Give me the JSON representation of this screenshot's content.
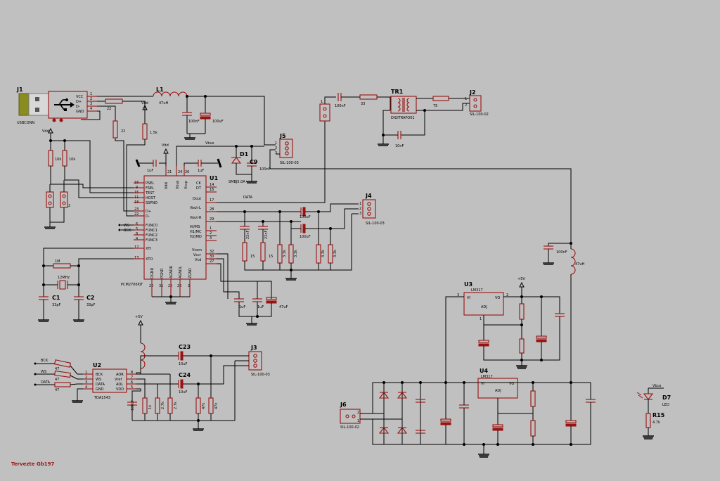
{
  "credit": "Tervezte Gb197",
  "refs": {
    "J1": "J1",
    "L1": "L1",
    "TR1": "TR1",
    "J2": "J2",
    "J5": "J5",
    "D1": "D1",
    "C9": "C9",
    "U1": "U1",
    "J4": "J4",
    "C1": "C1",
    "C2": "C2",
    "U2": "U2",
    "C23": "C23",
    "C24": "C24",
    "J3": "J3",
    "U3": "U3",
    "U4": "U4",
    "J6": "J6",
    "D7": "D7",
    "R15": "R15"
  },
  "values": {
    "usbconn": "USBCONN",
    "l1": "47uH",
    "c_100nf_a": "100nF",
    "c_100uf_a": "100uF",
    "r_22a": "22",
    "r_22b": "22",
    "r_1k5": "1.5k",
    "r_10k_a": "10k",
    "r_10k_b": "10k",
    "c_1uf_a": "1uF",
    "c_1uf_b": "1uF",
    "d1": "SMBJ5.0A",
    "c9": "100nF",
    "j5": "SIL-100-03",
    "c_tr_in": "100nF",
    "r_33": "33",
    "tr1": "DIGITRAFO01",
    "r_75": "75",
    "c_10nf": "10nF",
    "j2": "SIL-100-02",
    "j4": "SIL-100-03",
    "c_100uf_b": "100uF",
    "c_100uf_c": "100uF",
    "c_22nf_a": "22nF",
    "c_22nf_b": "22nF",
    "r_15a": "15",
    "r_15b": "15",
    "r_33k_a": "3.3k",
    "r_33k_b": "3.3k",
    "r_33k_c": "3.3k",
    "r_33k_d": "3.3k",
    "r_1m": "1M",
    "xtal": "12MHz",
    "c1": "33pF",
    "c2": "33pF",
    "c_1uf_c": "1uF",
    "c_1uf_d": "1uF",
    "c_47uf": "47uF",
    "c_100nf_r": "100nF",
    "l_47uh_r": "47uH",
    "u2": "TDA1543",
    "r_47a": "47",
    "r_47b": "47",
    "r_47c": "47",
    "c23": "10uF",
    "c24": "10uF",
    "j3": "SIL-100-03",
    "c_100nf_u2": "100nF",
    "r_1k": "1k",
    "r_27k_a": "2.7k",
    "r_27k_b": "2.7k",
    "r_47k_a": "47k",
    "r_47k_b": "47k",
    "u3": "LM317",
    "u4": "LM317",
    "j6": "SIL-100-02",
    "d7": "LED",
    "r15": "4.7k"
  },
  "nets": {
    "vdd_1": "Vdd",
    "vdd_2": "Vdd",
    "vdd_3": "Vdd",
    "vbus_1": "Vbus",
    "vbus_2": "Vbus",
    "data": "DATA",
    "ws_1": "WS",
    "bck_1": "BCK",
    "bck_2": "BCK",
    "ws_2": "WS",
    "data_2": "DATA",
    "p5v_1": "+5V",
    "p5v_2": "+5V"
  },
  "j1_pins": [
    "VCC",
    "D+",
    "D-",
    "GND"
  ],
  "u1": {
    "part": "PCM2706PJT",
    "left_pins": [
      {
        "name": "PSEL",
        "num": "16"
      },
      {
        "name": "FSEL",
        "num": "9"
      },
      {
        "name": "TEST",
        "num": "15"
      },
      {
        "name": "HOST",
        "num": "11"
      },
      {
        "name": "SSPND",
        "num": "18"
      },
      {
        "name": "D+",
        "num": "23"
      },
      {
        "name": "D-",
        "num": "22"
      },
      {
        "name": "FUNC0",
        "num": "6"
      },
      {
        "name": "FUNC1",
        "num": "5"
      },
      {
        "name": "FUNC2",
        "num": "8"
      },
      {
        "name": "FUNC3",
        "num": "4"
      },
      {
        "name": "XTI",
        "num": "12"
      },
      {
        "name": "XTO",
        "num": "13"
      }
    ],
    "right_pins": [
      {
        "name": "CK",
        "num": "14"
      },
      {
        "name": "DT",
        "num": "16"
      },
      {
        "name": "Dout",
        "num": "17"
      },
      {
        "name": "Vout-L",
        "num": "28"
      },
      {
        "name": "Vout-R",
        "num": "29"
      },
      {
        "name": "HI/MS",
        "num": "1"
      },
      {
        "name": "H1/MC",
        "num": "2"
      },
      {
        "name": "H2/MD",
        "num": "3"
      },
      {
        "name": "Vcom",
        "num": "32"
      },
      {
        "name": "Vccr",
        "num": "30"
      },
      {
        "name": "Vcd",
        "num": "27"
      }
    ],
    "top_pins": [
      {
        "name": "Vdd",
        "num": "21"
      },
      {
        "name": "Vbus",
        "num": "24"
      },
      {
        "name": "Vccp",
        "num": "26"
      }
    ],
    "bottom_pins": [
      {
        "name": "DGND",
        "num": "20"
      },
      {
        "name": "PGND",
        "num": "31"
      },
      {
        "name": "AGNDR",
        "num": "25"
      },
      {
        "name": "AGNDL",
        "num": "26"
      },
      {
        "name": "ZGND",
        "num": "2"
      }
    ]
  },
  "u2_pins": [
    {
      "name": "BCK",
      "num": "1"
    },
    {
      "name": "WS",
      "num": "2"
    },
    {
      "name": "DATA",
      "num": "3"
    },
    {
      "name": "GND",
      "num": "4"
    },
    {
      "name": "AOR",
      "num": "8"
    },
    {
      "name": "Vref",
      "num": "7"
    },
    {
      "name": "AOL",
      "num": "6"
    },
    {
      "name": "VDD",
      "num": "5"
    }
  ],
  "reg_pins": {
    "vi": "VI",
    "vo": "VO",
    "adj": "ADJ",
    "in": "3",
    "out": "2",
    "adj_num": "1"
  },
  "pin_nums": {
    "one": "1",
    "two": "2",
    "three": "3",
    "four": "4",
    "five": "5",
    "six": "6"
  }
}
